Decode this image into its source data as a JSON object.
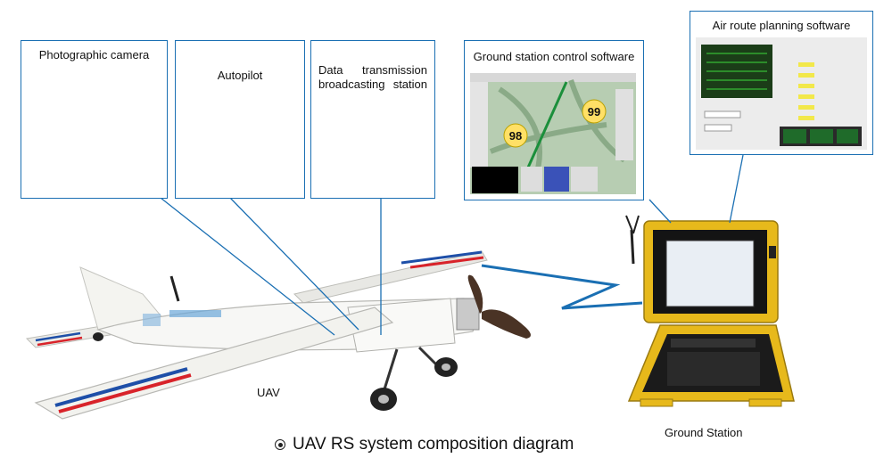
{
  "callouts": {
    "camera": "Photographic camera",
    "autopilot": "Autopilot",
    "data_transmission_line1": "Data transmission",
    "data_transmission_line2": "broadcasting station",
    "ground_control": "Ground station control software",
    "air_route": "Air route planning software"
  },
  "labels": {
    "uav": "UAV",
    "ground_station": "Ground Station"
  },
  "caption": "UAV RS system composition diagram",
  "screen_numbers": {
    "left": "98",
    "right": "99"
  },
  "colors": {
    "callout_border": "#1a6fb3",
    "connector": "#1a6fb3",
    "ground_station_case": "#f0c419"
  }
}
